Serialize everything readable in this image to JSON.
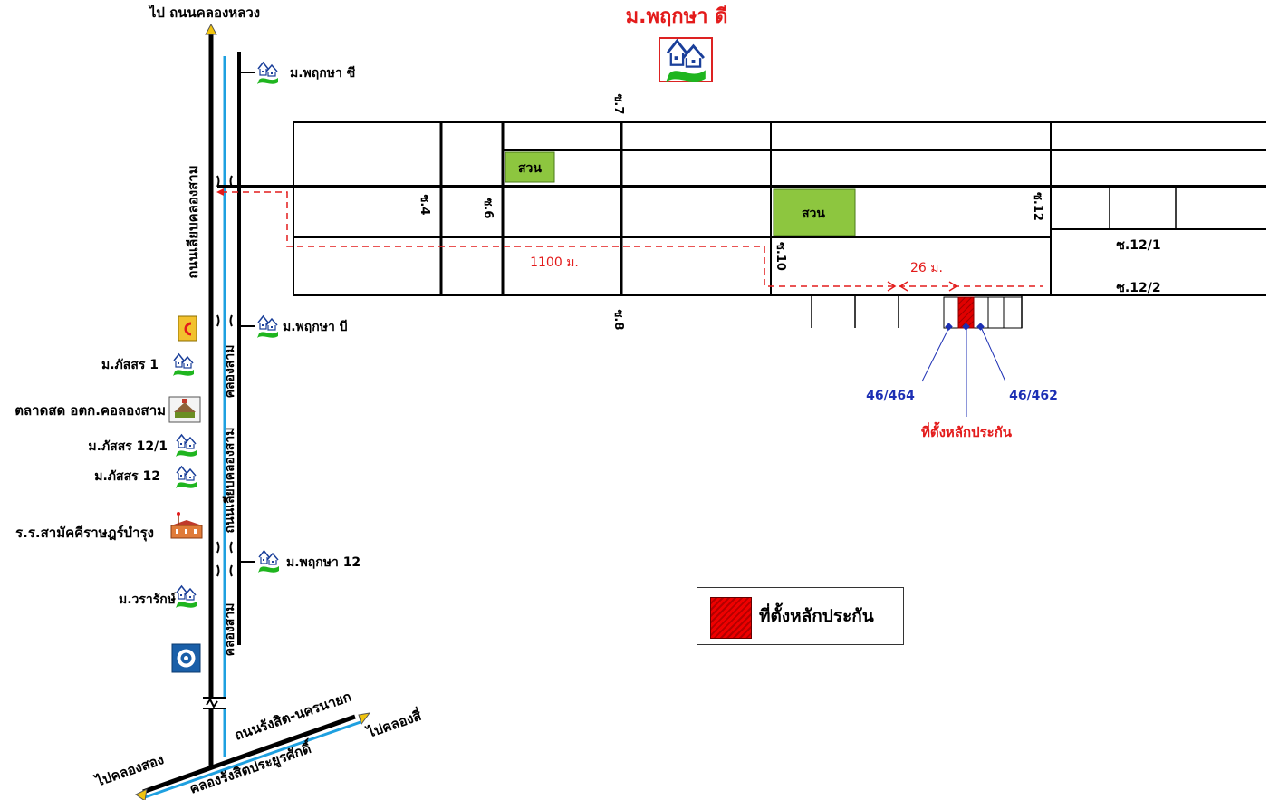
{
  "title": "ม.พฤกษา ดี",
  "labels": {
    "to_khlong_luang": "ไป ถนนคลองหลวง",
    "pruksa_c": "ม.พฤกษา ซี",
    "pruksa_b": "ม.พฤกษา บี",
    "pruksa_12": "ม.พฤกษา 12",
    "road_vertical": "ถนนเลียบคลองสาม",
    "road_vertical_2": "ถนนเลียบคลองสาม",
    "canal_1": "คลองสาม",
    "canal_2": "คลองสาม",
    "phatsorn_1": "ม.ภัสสร 1",
    "market": "ตลาดสด อตก.คอลองสาม",
    "phatsorn_12_1": "ม.ภัสสร 12/1",
    "phatsorn_12": "ม.ภัสสร 12",
    "school": "ร.ร.สามัคคีราษฎร์บำรุง",
    "wararak": "ม.วรารักษ์",
    "road_rangsit": "ถนนรังสิต-นครนายก",
    "canal_rangsit": "คลองรังสิตประยูรศักดิ์",
    "to_khlong_song": "ไปคลองสอง",
    "to_khlong_si": "ไปคลองสี่",
    "park_1": "สวน",
    "park_2": "สวน",
    "soi_4": "ซ.4",
    "soi_6": "ซ.6",
    "soi_7": "ซ.7",
    "soi_8": "ซ.8",
    "soi_10": "ซ.10",
    "soi_12": "ซ.12",
    "soi_12_1": "ซ.12/1",
    "soi_12_2": "ซ.12/2",
    "dist_1100": "1100 ม.",
    "dist_26": "26 ม.",
    "plot_left": "46/464",
    "plot_right": "46/462",
    "collateral": "ที่ตั้งหลักประกัน"
  },
  "legend": {
    "label": "ที่ตั้งหลักประกัน"
  },
  "colors": {
    "road": "#000000",
    "canal": "#1ea0e0",
    "route": "#e31b1b",
    "park": "#8dc63f",
    "plot": "#e00000",
    "pointer": "#1c2fb4"
  },
  "icons": [
    "house-icon",
    "fuel-station-icon",
    "market-icon",
    "school-icon",
    "bank-icon"
  ]
}
